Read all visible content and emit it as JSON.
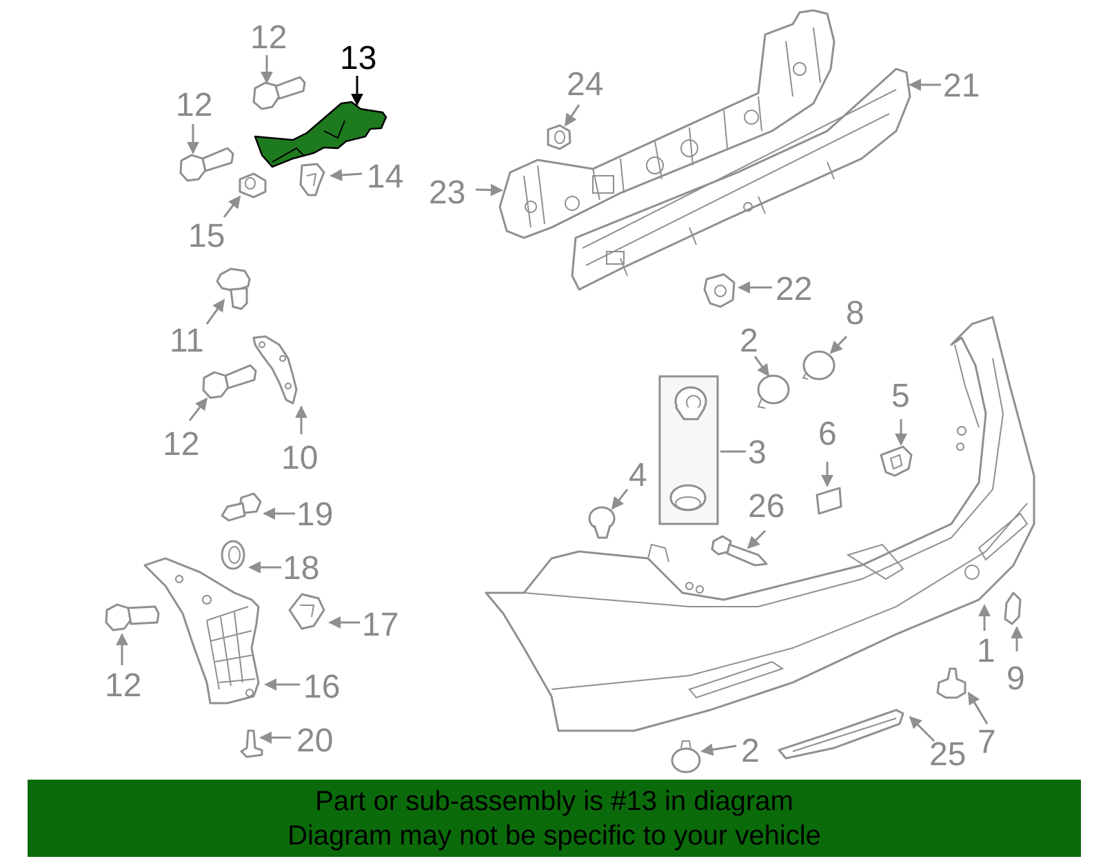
{
  "diagram": {
    "highlight_color": "#1e7a1e",
    "line_color": "#8f8f8f",
    "highlighted_part": "13",
    "labels": {
      "p1": "1",
      "p2a": "2",
      "p2b": "2",
      "p3": "3",
      "p4": "4",
      "p5": "5",
      "p6": "6",
      "p7": "7",
      "p8": "8",
      "p9": "9",
      "p10": "10",
      "p11": "11",
      "p12a": "12",
      "p12b": "12",
      "p12c": "12",
      "p12d": "12",
      "p13": "13",
      "p14": "14",
      "p15": "15",
      "p16": "16",
      "p17": "17",
      "p18": "18",
      "p19": "19",
      "p20": "20",
      "p21": "21",
      "p22": "22",
      "p23": "23",
      "p24": "24",
      "p25": "25",
      "p26": "26"
    }
  },
  "banner": {
    "line1": "Part or sub-assembly is #13 in diagram",
    "line2": "Diagram may not be specific to your vehicle",
    "background": "#0b6b0b"
  }
}
